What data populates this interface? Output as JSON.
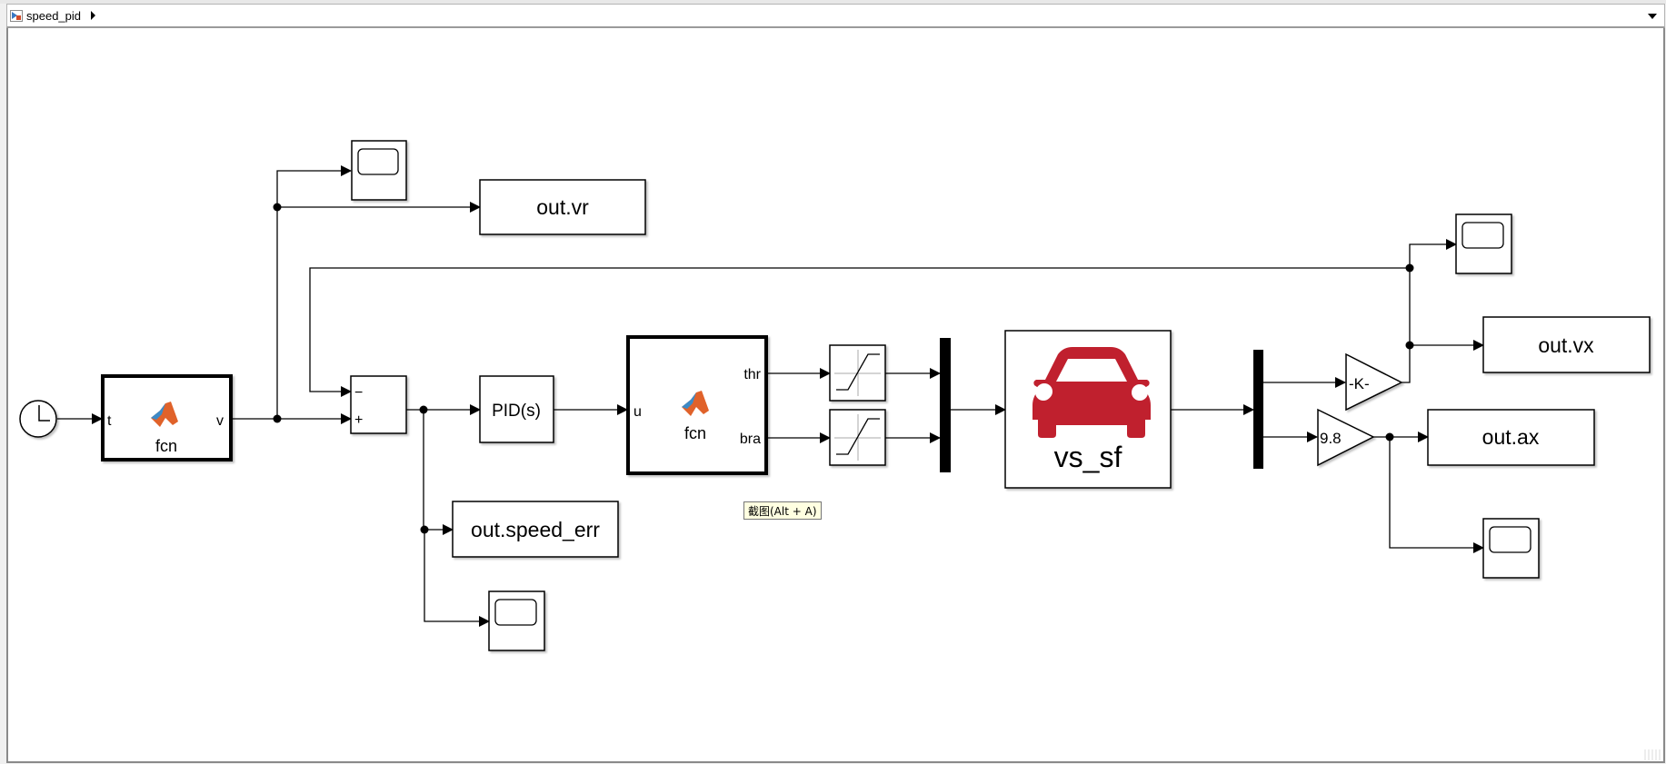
{
  "window": {
    "breadcrumb": {
      "model_name": "speed_pid",
      "model_icon": "simulink-model-icon",
      "expand_icon": "chevron-right-icon"
    },
    "dropdown_icon": "chevron-down-icon"
  },
  "diagram": {
    "blocks": {
      "clock": {
        "type": "Clock",
        "icon": "clock-icon"
      },
      "fcn1": {
        "name": "fcn",
        "type": "MATLAB Function",
        "icon": "matlab-logo-icon",
        "input": "t",
        "output": "v"
      },
      "scope_vr": {
        "type": "Scope",
        "icon": "scope-icon"
      },
      "out_vr": {
        "label": "out.vr",
        "type": "To Workspace"
      },
      "sum": {
        "type": "Sum",
        "signs": [
          "−",
          "+"
        ]
      },
      "pid": {
        "label": "PID(s)",
        "type": "PID Controller"
      },
      "fcn2": {
        "name": "fcn",
        "type": "MATLAB Function",
        "icon": "matlab-logo-icon",
        "input": "u",
        "outputs": [
          "thr",
          "bra"
        ]
      },
      "sat_thr": {
        "type": "Saturation",
        "icon": "saturation-icon"
      },
      "sat_bra": {
        "type": "Saturation",
        "icon": "saturation-icon"
      },
      "mux": {
        "type": "Mux"
      },
      "vehicle": {
        "label": "vs_sf",
        "type": "S-Function",
        "icon": "car-icon",
        "icon_color": "#c0202e"
      },
      "demux": {
        "type": "Demux"
      },
      "gain_k": {
        "label": "-K-",
        "type": "Gain"
      },
      "gain_98": {
        "label": "9.8",
        "type": "Gain"
      },
      "scope_vx": {
        "type": "Scope",
        "icon": "scope-icon"
      },
      "out_vx": {
        "label": "out.vx",
        "type": "To Workspace"
      },
      "out_ax": {
        "label": "out.ax",
        "type": "To Workspace"
      },
      "scope_ax": {
        "type": "Scope",
        "icon": "scope-icon"
      },
      "out_speed_err": {
        "label": "out.speed_err",
        "type": "To Workspace"
      },
      "scope_err": {
        "type": "Scope",
        "icon": "scope-icon"
      }
    },
    "connections": [
      [
        "clock",
        "fcn1.t"
      ],
      [
        "fcn1.v",
        "scope_vr"
      ],
      [
        "fcn1.v",
        "out_vr"
      ],
      [
        "fcn1.v",
        "sum.+"
      ],
      [
        "sum",
        "pid"
      ],
      [
        "sum",
        "out_speed_err"
      ],
      [
        "sum",
        "scope_err"
      ],
      [
        "pid",
        "fcn2.u"
      ],
      [
        "fcn2.thr",
        "sat_thr"
      ],
      [
        "fcn2.bra",
        "sat_bra"
      ],
      [
        "sat_thr",
        "mux.1"
      ],
      [
        "sat_bra",
        "mux.2"
      ],
      [
        "mux",
        "vehicle"
      ],
      [
        "vehicle",
        "demux"
      ],
      [
        "demux.1",
        "gain_k"
      ],
      [
        "demux.2",
        "gain_98"
      ],
      [
        "gain_k",
        "scope_vx"
      ],
      [
        "gain_k",
        "out_vx"
      ],
      [
        "gain_k",
        "sum.−"
      ],
      [
        "gain_98",
        "out_ax"
      ],
      [
        "gain_98",
        "scope_ax"
      ]
    ]
  },
  "tooltip": {
    "text": "截图(Alt + A)"
  }
}
